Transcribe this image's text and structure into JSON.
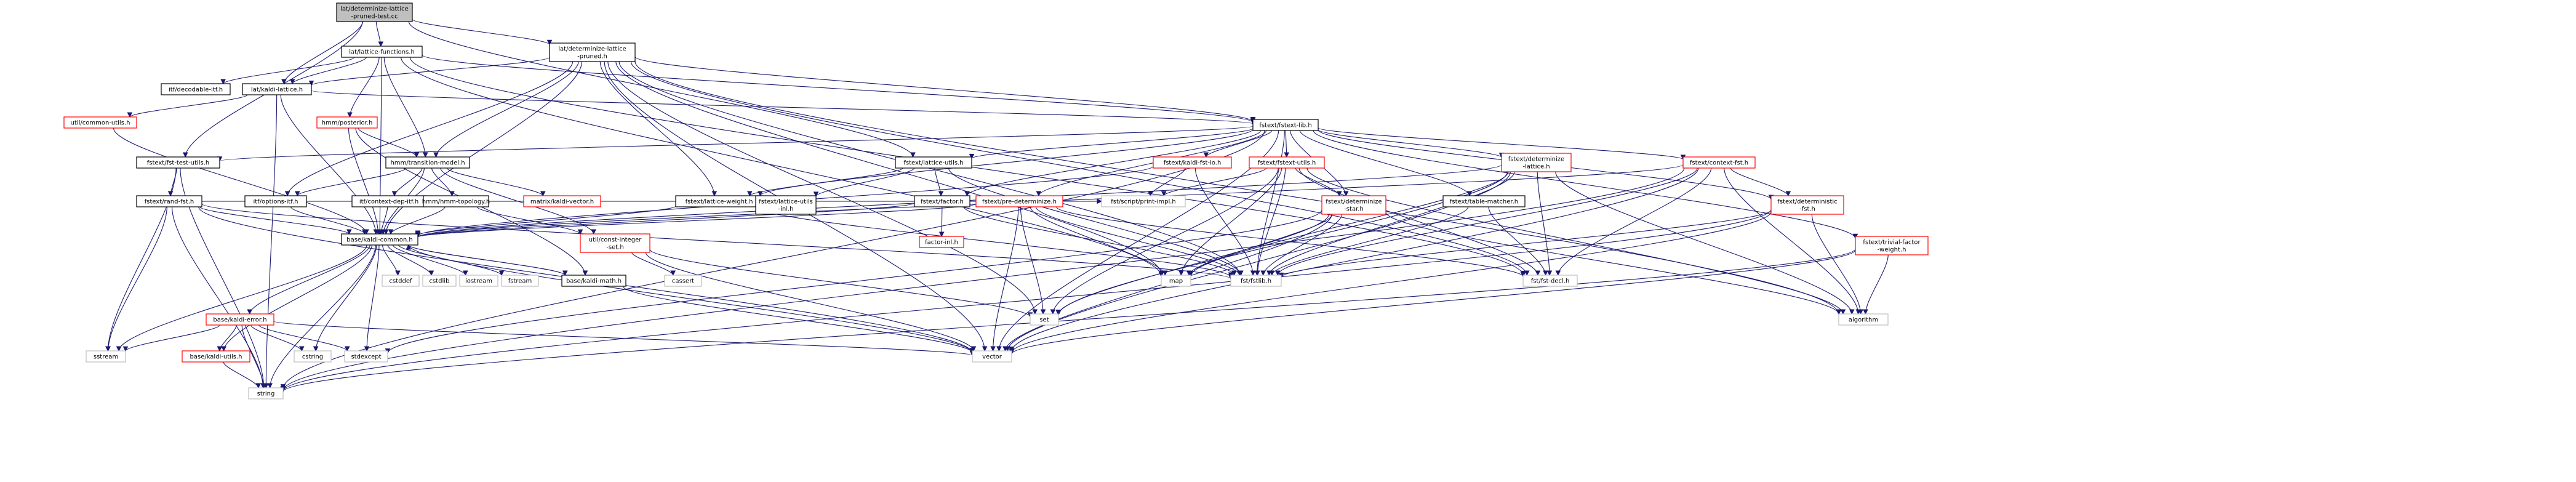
{
  "colors": {
    "edge": "#191970",
    "root_fill": "#bfbfbf",
    "root_border": "#000000",
    "node_border_default": "#000000",
    "node_border_undocumented": "#ff0000",
    "node_border_plain": "#bfbfbf",
    "background": "#ffffff"
  },
  "nodes": [
    {
      "id": "root",
      "lines": [
        "lat/determinize-lattice",
        "-pruned-test.cc"
      ],
      "style": "root"
    },
    {
      "id": "latfunc",
      "lines": [
        "lat/lattice-functions.h"
      ],
      "style": "default"
    },
    {
      "id": "detpruned",
      "lines": [
        "lat/determinize-lattice",
        "-pruned.h"
      ],
      "style": "default"
    },
    {
      "id": "decodable",
      "lines": [
        "itf/decodable-itf.h"
      ],
      "style": "default"
    },
    {
      "id": "kaldilattice",
      "lines": [
        "lat/kaldi-lattice.h"
      ],
      "style": "default"
    },
    {
      "id": "commonutils",
      "lines": [
        "util/common-utils.h"
      ],
      "style": "red"
    },
    {
      "id": "posterior",
      "lines": [
        "hmm/posterior.h"
      ],
      "style": "red"
    },
    {
      "id": "fstlib",
      "lines": [
        "fstext/fstext-lib.h"
      ],
      "style": "default"
    },
    {
      "id": "fsttestutils",
      "lines": [
        "fstext/fst-test-utils.h"
      ],
      "style": "default"
    },
    {
      "id": "randfst",
      "lines": [
        "fstext/rand-fst.h"
      ],
      "style": "default"
    },
    {
      "id": "transmodel",
      "lines": [
        "hmm/transition-model.h"
      ],
      "style": "default"
    },
    {
      "id": "optionsitf",
      "lines": [
        "itf/options-itf.h"
      ],
      "style": "default"
    },
    {
      "id": "contextdep",
      "lines": [
        "itf/context-dep-itf.h"
      ],
      "style": "default"
    },
    {
      "id": "hmmtopo",
      "lines": [
        "hmm/hmm-topology.h"
      ],
      "style": "default"
    },
    {
      "id": "kaldivector",
      "lines": [
        "matrix/kaldi-vector.h"
      ],
      "style": "red"
    },
    {
      "id": "latutils",
      "lines": [
        "fstext/lattice-utils.h"
      ],
      "style": "default"
    },
    {
      "id": "latweight",
      "lines": [
        "fstext/lattice-weight.h"
      ],
      "style": "default"
    },
    {
      "id": "latutilsinl",
      "lines": [
        "fstext/lattice-utils",
        "-inl.h"
      ],
      "style": "default"
    },
    {
      "id": "factor",
      "lines": [
        "fstext/factor.h"
      ],
      "style": "default"
    },
    {
      "id": "factorinl",
      "lines": [
        "factor-inl.h"
      ],
      "style": "red"
    },
    {
      "id": "kaldifstio",
      "lines": [
        "fstext/kaldi-fst-io.h"
      ],
      "style": "red"
    },
    {
      "id": "fstextutils",
      "lines": [
        "fstext/fstext-utils.h"
      ],
      "style": "red"
    },
    {
      "id": "predet",
      "lines": [
        "fstext/pre-determinize.h"
      ],
      "style": "red"
    },
    {
      "id": "detstar",
      "lines": [
        "fstext/determinize",
        "-star.h"
      ],
      "style": "red"
    },
    {
      "id": "tablematcher",
      "lines": [
        "fstext/table-matcher.h"
      ],
      "style": "default"
    },
    {
      "id": "detlattice",
      "lines": [
        "fstext/determinize",
        "-lattice.h"
      ],
      "style": "red"
    },
    {
      "id": "contextfst",
      "lines": [
        "fstext/context-fst.h"
      ],
      "style": "red"
    },
    {
      "id": "determinfst",
      "lines": [
        "fstext/deterministic",
        "-fst.h"
      ],
      "style": "red"
    },
    {
      "id": "trivialfactor",
      "lines": [
        "fstext/trivial-factor",
        "-weight.h"
      ],
      "style": "red"
    },
    {
      "id": "printimpl",
      "lines": [
        "fst/script/print-impl.h"
      ],
      "style": "plain"
    },
    {
      "id": "kaldicommon",
      "lines": [
        "base/kaldi-common.h"
      ],
      "style": "default"
    },
    {
      "id": "constint",
      "lines": [
        "util/const-integer",
        "-set.h"
      ],
      "style": "red"
    },
    {
      "id": "kaldimath",
      "lines": [
        "base/kaldi-math.h"
      ],
      "style": "default"
    },
    {
      "id": "map",
      "lines": [
        "map"
      ],
      "style": "plain"
    },
    {
      "id": "fstfstlib",
      "lines": [
        "fst/fstlib.h"
      ],
      "style": "plain"
    },
    {
      "id": "fstdecl",
      "lines": [
        "fst/fst-decl.h"
      ],
      "style": "plain"
    },
    {
      "id": "kaldierror",
      "lines": [
        "base/kaldi-error.h"
      ],
      "style": "red"
    },
    {
      "id": "kaldiutils",
      "lines": [
        "base/kaldi-utils.h"
      ],
      "style": "red"
    },
    {
      "id": "cstddef",
      "lines": [
        "cstddef"
      ],
      "style": "plain"
    },
    {
      "id": "cstdlib",
      "lines": [
        "cstdlib"
      ],
      "style": "plain"
    },
    {
      "id": "iostream",
      "lines": [
        "iostream"
      ],
      "style": "plain"
    },
    {
      "id": "fstream",
      "lines": [
        "fstream"
      ],
      "style": "plain"
    },
    {
      "id": "cassert",
      "lines": [
        "cassert"
      ],
      "style": "plain"
    },
    {
      "id": "set",
      "lines": [
        "set"
      ],
      "style": "plain"
    },
    {
      "id": "algorithm",
      "lines": [
        "algorithm"
      ],
      "style": "plain"
    },
    {
      "id": "sstream",
      "lines": [
        "sstream"
      ],
      "style": "plain"
    },
    {
      "id": "cstring",
      "lines": [
        "cstring"
      ],
      "style": "plain"
    },
    {
      "id": "stdexcept",
      "lines": [
        "stdexcept"
      ],
      "style": "plain"
    },
    {
      "id": "vector",
      "lines": [
        "vector"
      ],
      "style": "plain"
    },
    {
      "id": "string",
      "lines": [
        "string"
      ],
      "style": "plain"
    }
  ],
  "edges": [
    [
      "root",
      "latfunc"
    ],
    [
      "root",
      "detpruned"
    ],
    [
      "root",
      "kaldilattice"
    ],
    [
      "root",
      "fsttestutils"
    ],
    [
      "root",
      "latutils"
    ],
    [
      "latfunc",
      "decodable"
    ],
    [
      "latfunc",
      "kaldilattice"
    ],
    [
      "latfunc",
      "posterior"
    ],
    [
      "latfunc",
      "transmodel"
    ],
    [
      "latfunc",
      "kaldicommon"
    ],
    [
      "latfunc",
      "fstlib"
    ],
    [
      "latfunc",
      "map"
    ],
    [
      "latfunc",
      "fstdecl"
    ],
    [
      "detpruned",
      "kaldilattice"
    ],
    [
      "detpruned",
      "transmodel"
    ],
    [
      "detpruned",
      "optionsitf"
    ],
    [
      "detpruned",
      "latweight"
    ],
    [
      "detpruned",
      "fstlib"
    ],
    [
      "detpruned",
      "fstfstlib"
    ],
    [
      "detpruned",
      "set"
    ],
    [
      "detpruned",
      "map"
    ],
    [
      "detpruned",
      "vector"
    ],
    [
      "detpruned",
      "algorithm"
    ],
    [
      "detpruned",
      "fstdecl"
    ],
    [
      "detpruned",
      "kaldicommon"
    ],
    [
      "kaldilattice",
      "fstlib"
    ],
    [
      "kaldilattice",
      "commonutils"
    ],
    [
      "kaldilattice",
      "kaldicommon"
    ],
    [
      "kaldilattice",
      "string"
    ],
    [
      "commonutils",
      "kaldicommon"
    ],
    [
      "posterior",
      "transmodel"
    ],
    [
      "posterior",
      "kaldicommon"
    ],
    [
      "posterior",
      "kaldimath"
    ],
    [
      "fstlib",
      "fsttestutils"
    ],
    [
      "fstlib",
      "latutils"
    ],
    [
      "fstlib",
      "latweight"
    ],
    [
      "fstlib",
      "factor"
    ],
    [
      "fstlib",
      "kaldifstio"
    ],
    [
      "fstlib",
      "fstextutils"
    ],
    [
      "fstlib",
      "predet"
    ],
    [
      "fstlib",
      "detstar"
    ],
    [
      "fstlib",
      "tablematcher"
    ],
    [
      "fstlib",
      "detlattice"
    ],
    [
      "fstlib",
      "contextfst"
    ],
    [
      "fstlib",
      "determinfst"
    ],
    [
      "fstlib",
      "trivialfactor"
    ],
    [
      "fstlib",
      "fstfstlib"
    ],
    [
      "fstlib",
      "string"
    ],
    [
      "fstlib",
      "vector"
    ],
    [
      "fsttestutils",
      "randfst"
    ],
    [
      "fsttestutils",
      "sstream"
    ],
    [
      "fsttestutils",
      "string"
    ],
    [
      "randfst",
      "kaldicommon"
    ],
    [
      "randfst",
      "fstfstlib"
    ],
    [
      "randfst",
      "sstream"
    ],
    [
      "randfst",
      "string"
    ],
    [
      "randfst",
      "printimpl"
    ],
    [
      "randfst",
      "vector"
    ],
    [
      "transmodel",
      "optionsitf"
    ],
    [
      "transmodel",
      "contextdep"
    ],
    [
      "transmodel",
      "hmmtopo"
    ],
    [
      "transmodel",
      "kaldivector"
    ],
    [
      "transmodel",
      "kaldicommon"
    ],
    [
      "transmodel",
      "constint"
    ],
    [
      "optionsitf",
      "kaldicommon"
    ],
    [
      "contextdep",
      "kaldicommon"
    ],
    [
      "hmmtopo",
      "kaldicommon"
    ],
    [
      "hmmtopo",
      "constint"
    ],
    [
      "latutils",
      "latweight"
    ],
    [
      "latutils",
      "latutilsinl"
    ],
    [
      "latutils",
      "factor"
    ],
    [
      "latutils",
      "fstfstlib"
    ],
    [
      "latweight",
      "kaldicommon"
    ],
    [
      "latweight",
      "fstfstlib"
    ],
    [
      "factor",
      "factorinl"
    ],
    [
      "factor",
      "kaldicommon"
    ],
    [
      "factor",
      "fstfstlib"
    ],
    [
      "kaldifstio",
      "printimpl"
    ],
    [
      "kaldifstio",
      "fstfstlib"
    ],
    [
      "kaldifstio",
      "kaldicommon"
    ],
    [
      "fstextutils",
      "printimpl"
    ],
    [
      "fstextutils",
      "detstar"
    ],
    [
      "fstextutils",
      "fstfstlib"
    ],
    [
      "fstextutils",
      "map"
    ],
    [
      "fstextutils",
      "set"
    ],
    [
      "fstextutils",
      "algorithm"
    ],
    [
      "fstextutils",
      "fstdecl"
    ],
    [
      "predet",
      "kaldicommon"
    ],
    [
      "predet",
      "fstfstlib"
    ],
    [
      "predet",
      "map"
    ],
    [
      "predet",
      "set"
    ],
    [
      "predet",
      "vector"
    ],
    [
      "predet",
      "fstdecl"
    ],
    [
      "detstar",
      "fstfstlib"
    ],
    [
      "detstar",
      "map"
    ],
    [
      "detstar",
      "set"
    ],
    [
      "detstar",
      "vector"
    ],
    [
      "detstar",
      "algorithm"
    ],
    [
      "detstar",
      "stdexcept"
    ],
    [
      "tablematcher",
      "fstdecl"
    ],
    [
      "tablematcher",
      "fstfstlib"
    ],
    [
      "detlattice",
      "fstfstlib"
    ],
    [
      "detlattice",
      "map"
    ],
    [
      "detlattice",
      "set"
    ],
    [
      "detlattice",
      "vector"
    ],
    [
      "detlattice",
      "algorithm"
    ],
    [
      "detlattice",
      "fstdecl"
    ],
    [
      "detlattice",
      "kaldicommon"
    ],
    [
      "contextfst",
      "fstfstlib"
    ],
    [
      "contextfst",
      "fstdecl"
    ],
    [
      "contextfst",
      "determinfst"
    ],
    [
      "contextfst",
      "kaldicommon"
    ],
    [
      "contextfst",
      "algorithm"
    ],
    [
      "contextfst",
      "string"
    ],
    [
      "contextfst",
      "vector"
    ],
    [
      "determinfst",
      "fstfstlib"
    ],
    [
      "determinfst",
      "algorithm"
    ],
    [
      "determinfst",
      "vector"
    ],
    [
      "determinfst",
      "string"
    ],
    [
      "trivialfactor",
      "algorithm"
    ],
    [
      "trivialfactor",
      "vector"
    ],
    [
      "trivialfactor",
      "string"
    ],
    [
      "kaldicommon",
      "kaldierror"
    ],
    [
      "kaldicommon",
      "kaldiutils"
    ],
    [
      "kaldicommon",
      "kaldimath"
    ],
    [
      "kaldicommon",
      "cstddef"
    ],
    [
      "kaldicommon",
      "cstdlib"
    ],
    [
      "kaldicommon",
      "iostream"
    ],
    [
      "kaldicommon",
      "fstream"
    ],
    [
      "kaldicommon",
      "sstream"
    ],
    [
      "kaldicommon",
      "string"
    ],
    [
      "kaldicommon",
      "vector"
    ],
    [
      "kaldicommon",
      "cstring"
    ],
    [
      "kaldicommon",
      "stdexcept"
    ],
    [
      "constint",
      "set"
    ],
    [
      "constint",
      "cassert"
    ],
    [
      "constint",
      "vector"
    ],
    [
      "kaldimath",
      "kaldicommon"
    ],
    [
      "kaldimath",
      "vector"
    ],
    [
      "kaldierror",
      "kaldiutils"
    ],
    [
      "kaldierror",
      "cstring"
    ],
    [
      "kaldierror",
      "stdexcept"
    ],
    [
      "kaldierror",
      "sstream"
    ],
    [
      "kaldierror",
      "string"
    ],
    [
      "kaldierror",
      "vector"
    ],
    [
      "kaldiutils",
      "string"
    ]
  ]
}
